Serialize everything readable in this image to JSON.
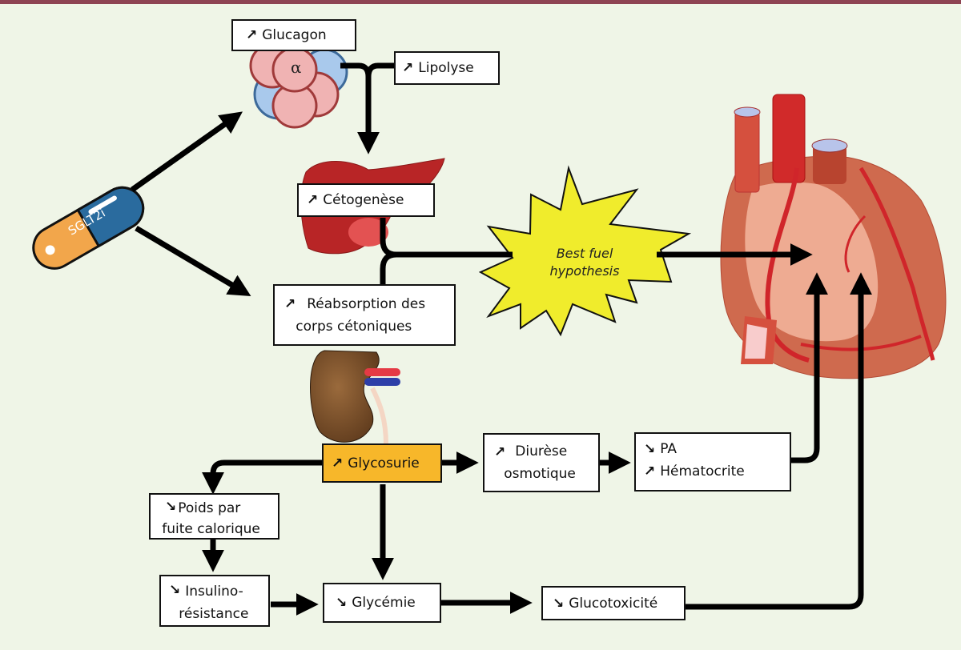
{
  "diagram": {
    "drug": {
      "label": "SGLT2i",
      "icon": "pill-capsule"
    },
    "cells": {
      "label": "α",
      "icon": "alpha-cells"
    },
    "nodes": {
      "glucagon": {
        "arrow": "↗",
        "label": "Glucagon"
      },
      "lipolyse": {
        "arrow": "↗",
        "label": "Lipolyse"
      },
      "cetogenese": {
        "arrow": "↗",
        "label": "Cétogenèse"
      },
      "reabsorption": {
        "arrow": "↗",
        "lines": [
          "Réabsorption des",
          "corps cétoniques"
        ]
      },
      "best_fuel": {
        "lines": [
          "Best fuel",
          "hypothesis"
        ]
      },
      "glycosurie": {
        "arrow": "↗",
        "label": "Glycosurie",
        "color": "#f7b72a"
      },
      "diurese": {
        "arrow": "↗",
        "lines": [
          "Diurèse",
          "osmotique"
        ]
      },
      "pa_hemato": {
        "items": [
          {
            "arrow": "↘",
            "label": "PA"
          },
          {
            "arrow": "↗",
            "label": "Hématocrite"
          }
        ]
      },
      "poids": {
        "arrow": "↘",
        "lines": [
          "Poids par",
          "fuite calorique"
        ]
      },
      "insulino": {
        "arrow": "↘",
        "lines": [
          "Insulino-",
          "résistance"
        ]
      },
      "glycemie": {
        "arrow": "↘",
        "label": "Glycémie"
      },
      "glucotox": {
        "arrow": "↘",
        "label": "Glucotoxicité"
      }
    },
    "organs": [
      "liver-icon",
      "kidney-icon",
      "heart-icon"
    ],
    "colors": {
      "background": "#eff5e7",
      "top_bar": "#8e4453",
      "starburst": "#f0ec2c",
      "highlight": "#f7b72a"
    }
  }
}
